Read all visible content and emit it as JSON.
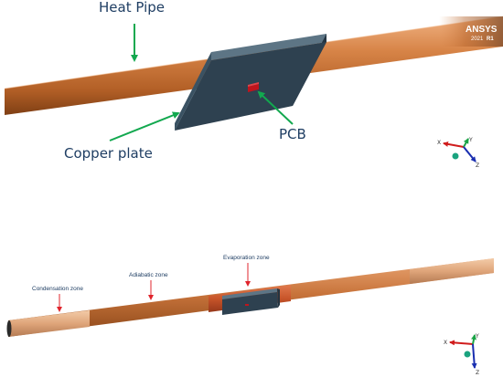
{
  "top_view": {
    "labels": {
      "heat_pipe": "Heat Pipe",
      "copper_plate": "Copper plate",
      "pcb": "PCB"
    },
    "brand": {
      "name": "ANSYS",
      "version": "2021",
      "release": "R1"
    },
    "triad": {
      "x": "X",
      "y": "Y",
      "z": "Z"
    }
  },
  "bottom_view": {
    "labels": {
      "condensation_zone": "Condensation zone",
      "adiabatic_zone": "Adiabatic zone",
      "evaporation_zone": "Evaporation zone"
    },
    "triad": {
      "x": "X",
      "y": "Y",
      "z": "Z"
    }
  },
  "colors": {
    "copper": "#c8773f",
    "plate": "#2e4150",
    "pcb": "#c0141c",
    "arrow_green": "#12a84f",
    "arrow_red": "#e0242c",
    "label_text": "#1f3e63"
  }
}
